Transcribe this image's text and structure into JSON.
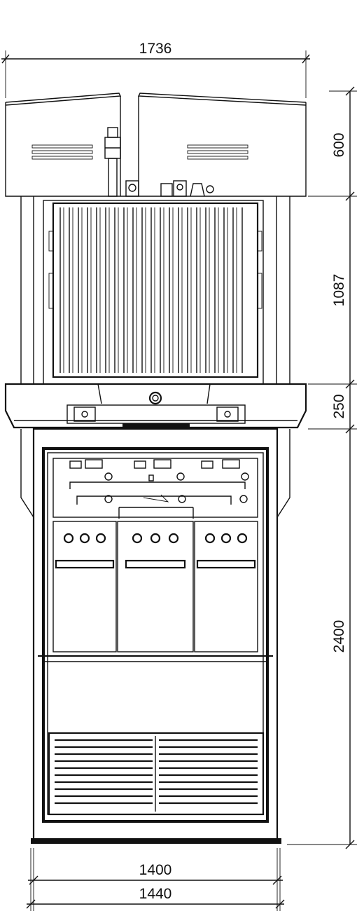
{
  "dimensions": {
    "overall_width": "1736",
    "roof_height": "600",
    "transformer_height": "1087",
    "base_frame_height": "250",
    "cabinet_height": "2400",
    "inner_width": "1400",
    "outer_width": "1440"
  }
}
